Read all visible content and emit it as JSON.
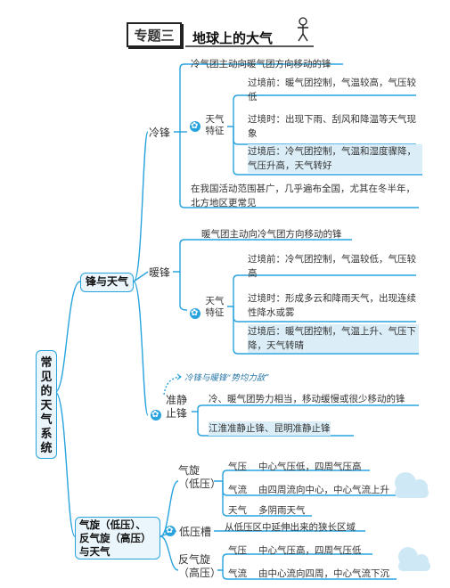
{
  "header": {
    "badge": "专题三",
    "title": "地球上的大气"
  },
  "root": {
    "label": "常见的天气系统"
  },
  "front": {
    "label": "锋与天气",
    "cold": {
      "label": "冷锋",
      "def": "冷气团主动向暖气团方向移动的锋",
      "feature_label": "天气\n特征",
      "before": "过境前：暖气团控制，气温较高，气压较低",
      "during": "过境时：出现下雨、刮风和降温等天气现象",
      "after": "过境后：冷气团控制，气温和湿度骤降，气压升高，天气转好",
      "range": "在我国活动范围甚广，几乎遍布全国，尤其在冬半年，北方地区更常见"
    },
    "warm": {
      "label": "暖锋",
      "def": "暖气团主动向冷气团方向移动的锋",
      "feature_label": "天气\n特征",
      "before": "过境前：冷气团控制，气温较低，气压较高",
      "during": "过境时：形成多云和降雨天气，出现连续性降水或雾",
      "after": "过境后：暖气团控制，气温上升、气压下降，天气转晴"
    },
    "stationary": {
      "label": "准静\n止锋",
      "note": "冷锋与暖锋“势均力敌”",
      "def": "冷、暖气团势力相当，移动缓慢或很少移动的锋",
      "example": "江淮准静止锋、昆明准静止锋"
    }
  },
  "cyclone": {
    "label": "气旋（低压）、\n反气旋（高压）\n与天气",
    "low": {
      "label": "气旋\n（低压）",
      "rows": [
        {
          "k": "气压",
          "v": "中心气压低，四周气压高"
        },
        {
          "k": "气流",
          "v": "由四周流向中心，中心气流上升"
        },
        {
          "k": "天气",
          "v": "多阴雨天气"
        }
      ]
    },
    "trough": {
      "label": "低压槽",
      "def": "从低压区中延伸出来的狭长区域"
    },
    "high": {
      "label": "反气旋\n（高压）",
      "rows": [
        {
          "k": "气压",
          "v": "中心气压高，四周气压低"
        },
        {
          "k": "气流",
          "v": "由中心流向四周，中心气流下沉"
        }
      ]
    }
  },
  "colors": {
    "line": "#29a3dd",
    "box_fill": "#eaf6fc",
    "highlight": "#dbeef8",
    "cloud": "#cfe8f5"
  }
}
